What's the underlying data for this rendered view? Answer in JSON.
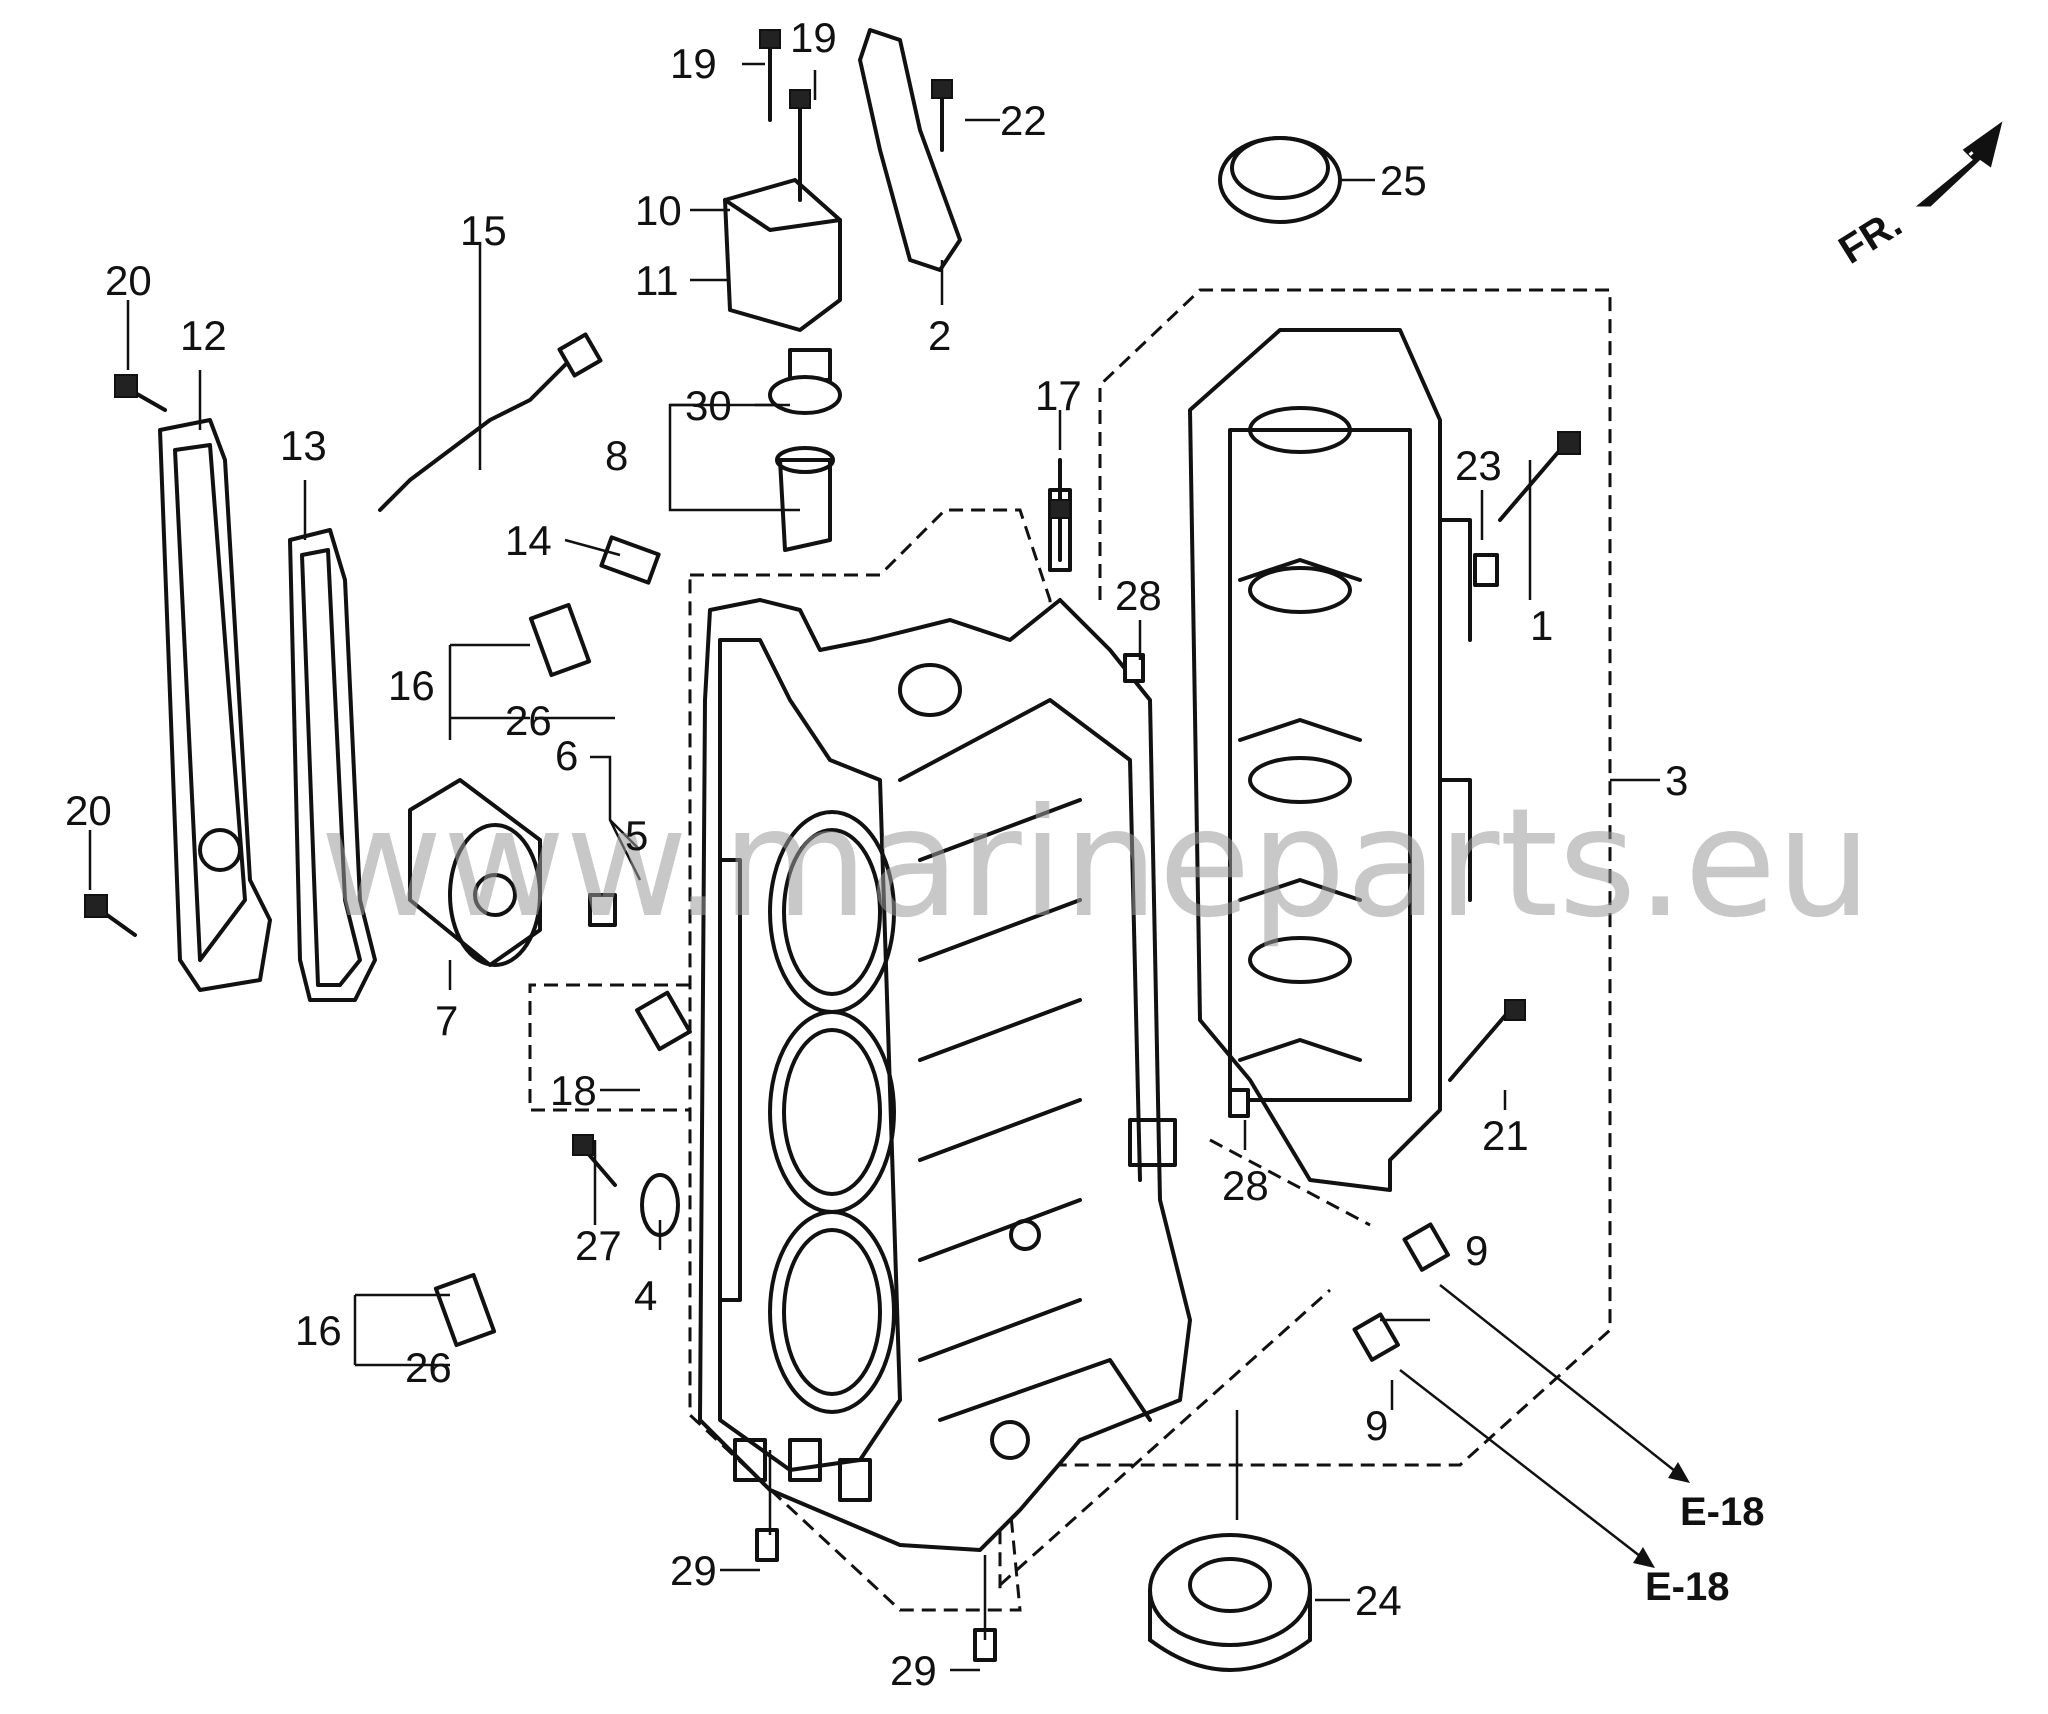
{
  "watermark": "www.marineparts.eu",
  "direction_marker": "FR.",
  "callouts": {
    "c1": "1",
    "c2": "2",
    "c3": "3",
    "c4": "4",
    "c5": "5",
    "c6": "6",
    "c7": "7",
    "c8": "8",
    "c9a": "9",
    "c9b": "9",
    "c10": "10",
    "c11": "11",
    "c12": "12",
    "c13": "13",
    "c14": "14",
    "c15": "15",
    "c16a": "16",
    "c16b": "16",
    "c17": "17",
    "c18": "18",
    "c19a": "19",
    "c19b": "19",
    "c20a": "20",
    "c20b": "20",
    "c21": "21",
    "c22": "22",
    "c23": "23",
    "c24": "24",
    "c25": "25",
    "c26a": "26",
    "c26b": "26",
    "c27": "27",
    "c28a": "28",
    "c28b": "28",
    "c29a": "29",
    "c29b": "29",
    "c30": "30"
  },
  "references": {
    "ref1": "E-18",
    "ref2": "E-18"
  },
  "icons": [
    "bolt-icon",
    "gasket-icon",
    "oil-filter-icon",
    "sensor-icon",
    "bearing-icon",
    "oil-seal-icon",
    "thermostat-icon",
    "arrow-icon"
  ]
}
